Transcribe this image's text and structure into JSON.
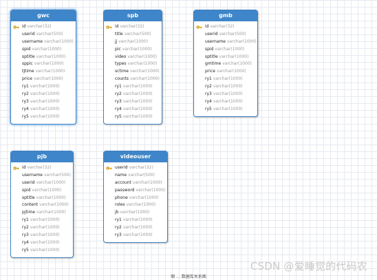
{
  "tables": [
    {
      "id": "gwc",
      "name": "gwc",
      "fields": [
        {
          "name": "id",
          "type": "varchar(32)",
          "pk": true
        },
        {
          "name": "userid",
          "type": "varchar(500)"
        },
        {
          "name": "username",
          "type": "varchar(1000)"
        },
        {
          "name": "spid",
          "type": "varchar(1000)"
        },
        {
          "name": "sptitle",
          "type": "varchar(1000)"
        },
        {
          "name": "sppic",
          "type": "varchar(1000)"
        },
        {
          "name": "tjtime",
          "type": "varchar(1000)"
        },
        {
          "name": "price",
          "type": "varchar(1000)"
        },
        {
          "name": "ry1",
          "type": "varchar(1000)"
        },
        {
          "name": "ry2",
          "type": "varchar(1000)"
        },
        {
          "name": "ry3",
          "type": "varchar(1000)"
        },
        {
          "name": "ry4",
          "type": "varchar(1000)"
        },
        {
          "name": "ry5",
          "type": "varchar(1000)"
        }
      ]
    },
    {
      "id": "spb",
      "name": "spb",
      "fields": [
        {
          "name": "id",
          "type": "varchar(32)",
          "pk": true
        },
        {
          "name": "title",
          "type": "varchar(500)"
        },
        {
          "name": "jj",
          "type": "varchar(1000)"
        },
        {
          "name": "pic",
          "type": "varchar(1000)"
        },
        {
          "name": "video",
          "type": "varchar(1000)"
        },
        {
          "name": "types",
          "type": "varchar(1000)"
        },
        {
          "name": "sctime",
          "type": "varchar(1000)"
        },
        {
          "name": "counts",
          "type": "varchar(1000)"
        },
        {
          "name": "ry1",
          "type": "varchar(1000)"
        },
        {
          "name": "ry2",
          "type": "varchar(1000)"
        },
        {
          "name": "ry3",
          "type": "varchar(1000)"
        },
        {
          "name": "ry4",
          "type": "varchar(1000)"
        },
        {
          "name": "ry5",
          "type": "varchar(1000)"
        }
      ]
    },
    {
      "id": "gmb",
      "name": "gmb",
      "fields": [
        {
          "name": "id",
          "type": "varchar(32)",
          "pk": true
        },
        {
          "name": "userid",
          "type": "varchar(500)"
        },
        {
          "name": "username",
          "type": "varchar(1000)"
        },
        {
          "name": "spid",
          "type": "varchar(1000)"
        },
        {
          "name": "sptitle",
          "type": "varchar(1000)"
        },
        {
          "name": "gmtime",
          "type": "varchar(1000)"
        },
        {
          "name": "price",
          "type": "varchar(1000)"
        },
        {
          "name": "ry1",
          "type": "varchar(1000)"
        },
        {
          "name": "ry2",
          "type": "varchar(1000)"
        },
        {
          "name": "ry3",
          "type": "varchar(1000)"
        },
        {
          "name": "ry4",
          "type": "varchar(1000)"
        },
        {
          "name": "ry5",
          "type": "varchar(1000)"
        }
      ]
    },
    {
      "id": "pjb",
      "name": "pjb",
      "fields": [
        {
          "name": "id",
          "type": "varchar(32)",
          "pk": true
        },
        {
          "name": "username",
          "type": "varchar(500)"
        },
        {
          "name": "userid",
          "type": "varchar(1000)"
        },
        {
          "name": "spid",
          "type": "varchar(1000)"
        },
        {
          "name": "sptitle",
          "type": "varchar(1000)"
        },
        {
          "name": "content",
          "type": "varchar(1000)"
        },
        {
          "name": "pjtime",
          "type": "varchar(1000)"
        },
        {
          "name": "ry1",
          "type": "varchar(1000)"
        },
        {
          "name": "ry2",
          "type": "varchar(1000)"
        },
        {
          "name": "ry3",
          "type": "varchar(1000)"
        },
        {
          "name": "ry4",
          "type": "varchar(1000)"
        },
        {
          "name": "ry5",
          "type": "varchar(1000)"
        }
      ]
    },
    {
      "id": "videouser",
      "name": "videouser",
      "fields": [
        {
          "name": "userid",
          "type": "varchar(32)",
          "pk": true
        },
        {
          "name": "name",
          "type": "varchar(500)"
        },
        {
          "name": "account",
          "type": "varchar(1000)"
        },
        {
          "name": "password",
          "type": "varchar(1000)"
        },
        {
          "name": "phone",
          "type": "varchar(1000)"
        },
        {
          "name": "roles",
          "type": "varchar(1000)"
        },
        {
          "name": "jb",
          "type": "varchar(1000)"
        },
        {
          "name": "ry1",
          "type": "varchar(1000)"
        },
        {
          "name": "ry2",
          "type": "varchar(1000)"
        },
        {
          "name": "ry3",
          "type": "varchar(1000)"
        }
      ]
    }
  ],
  "watermark": "CSDN @爱睡觉的代码农",
  "caption": "图 ... 数据库关系图",
  "colors": {
    "header": "#3e86c9",
    "border": "#3f7fc2",
    "key": "#d4a017"
  }
}
